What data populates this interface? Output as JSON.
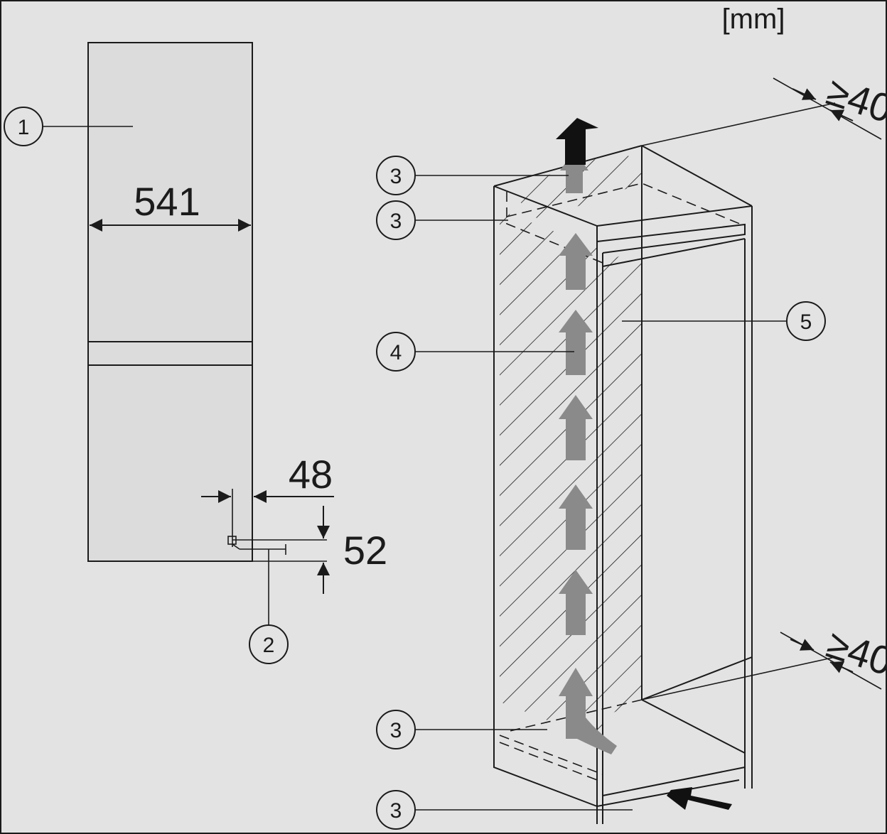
{
  "unit_label": "[mm]",
  "dimensions": {
    "width": "541",
    "offset_side": "48",
    "offset_bottom": "52",
    "top_clearance": "≥40",
    "bottom_clearance": "≥40"
  },
  "callouts": {
    "c1": "1",
    "c2": "2",
    "c3": "3",
    "c4": "4",
    "c5": "5"
  },
  "colors": {
    "background": "#e3e3e3",
    "panel": "#dcdcdc",
    "line": "#1b1b1b",
    "airflow_arrow": "#8a8a8a",
    "airflow_exit_arrow": "#111111"
  }
}
